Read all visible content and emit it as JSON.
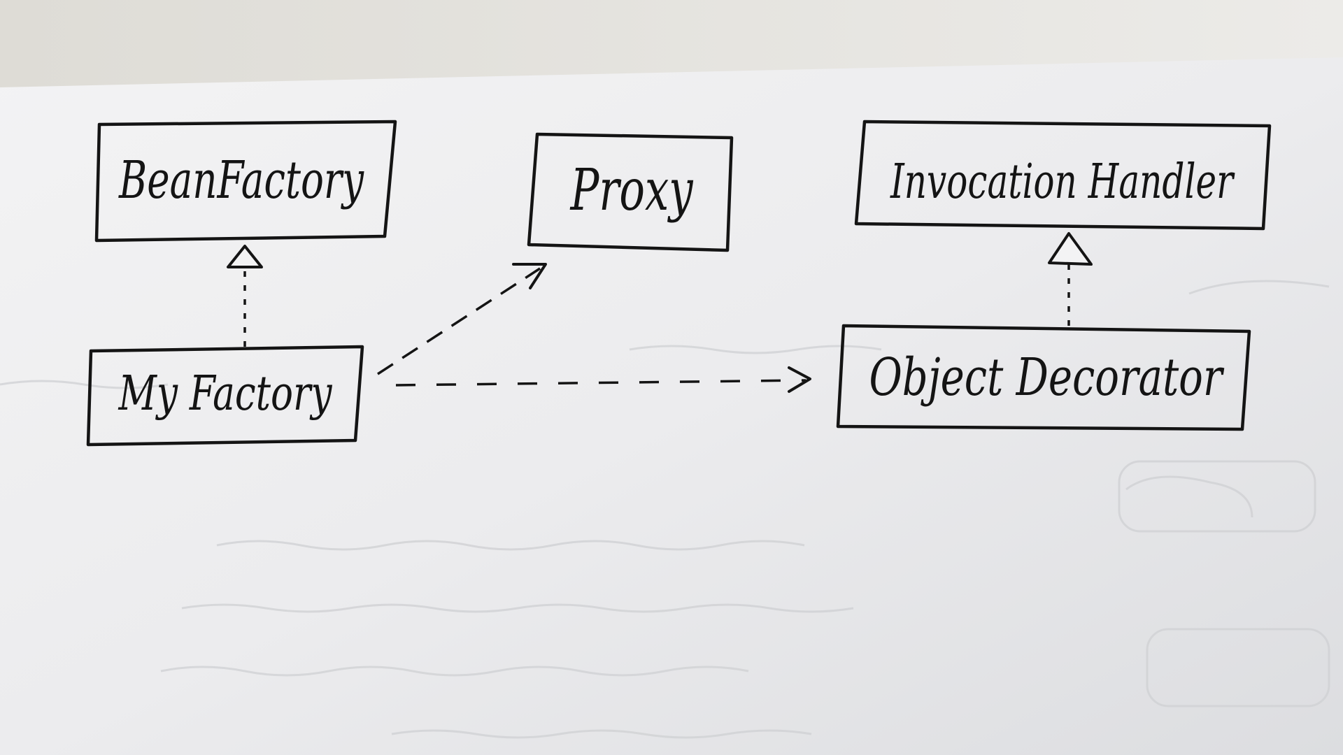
{
  "diagram": {
    "nodes": [
      {
        "id": "bean_factory",
        "label": "BeanFactory"
      },
      {
        "id": "proxy",
        "label": "Proxy"
      },
      {
        "id": "invocation_handler",
        "label": "Invocation Handler"
      },
      {
        "id": "my_factory",
        "label": "My Factory"
      },
      {
        "id": "object_decorator",
        "label": "Object Decorator"
      }
    ],
    "edges": [
      {
        "from": "my_factory",
        "to": "bean_factory",
        "style": "dashed",
        "head": "hollow-triangle",
        "kind": "realization"
      },
      {
        "from": "object_decorator",
        "to": "invocation_handler",
        "style": "dashed",
        "head": "hollow-triangle",
        "kind": "realization"
      },
      {
        "from": "my_factory",
        "to": "proxy",
        "style": "dashed",
        "head": "open-arrow",
        "kind": "dependency"
      },
      {
        "from": "my_factory",
        "to": "object_decorator",
        "style": "dashed",
        "head": "open-arrow",
        "kind": "dependency"
      }
    ]
  },
  "colors": {
    "ink": "#141414",
    "paper": "#f1f1f1",
    "desk": "#e8e7e4",
    "faint_ink": "#c9c9cc"
  }
}
